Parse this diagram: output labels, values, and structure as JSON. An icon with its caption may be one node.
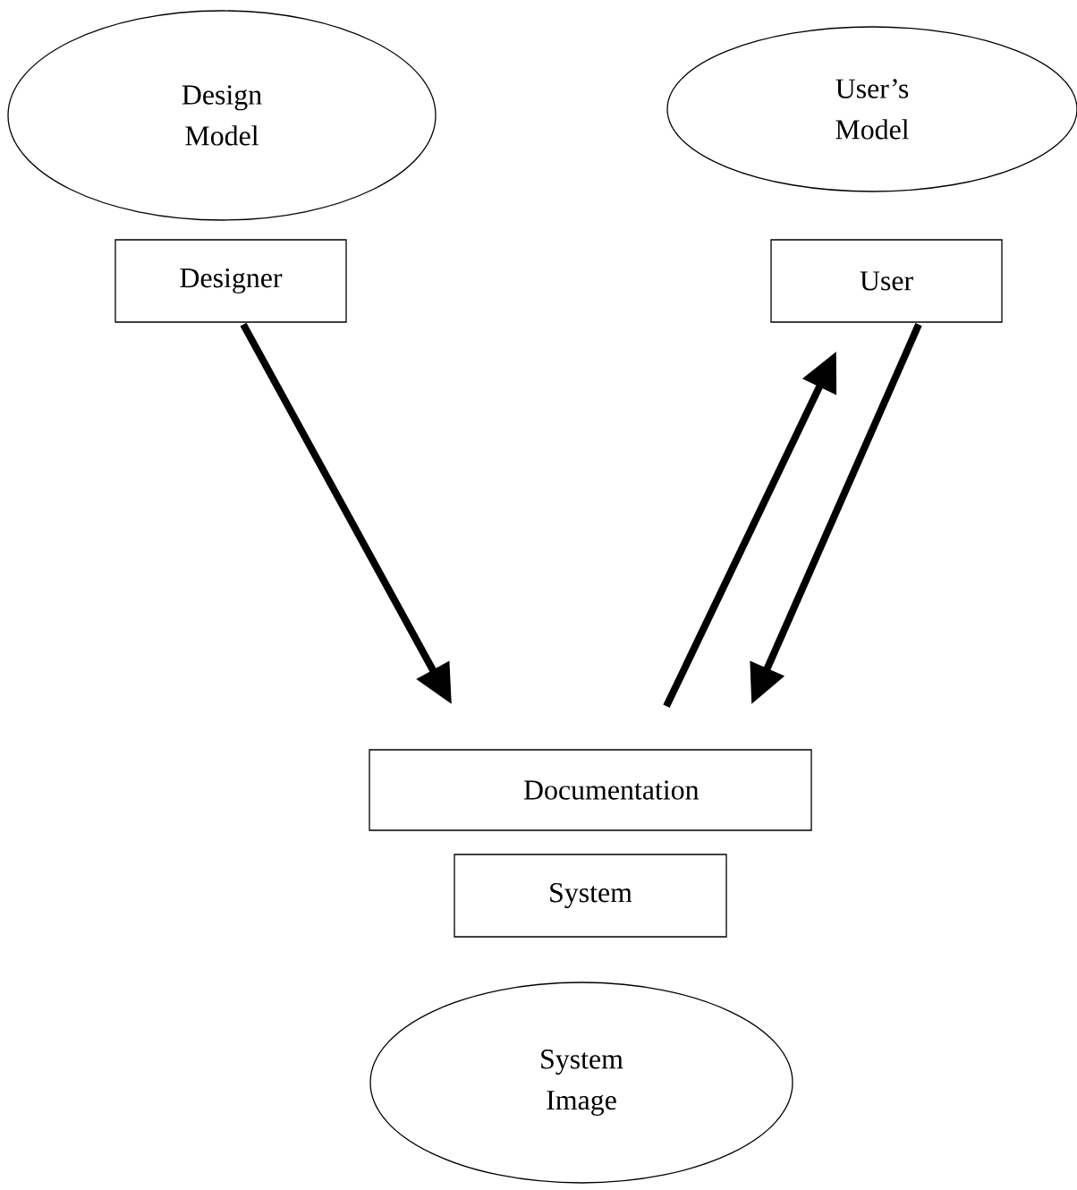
{
  "diagram": {
    "nodes": [
      {
        "text": [
          "Design Model"
        ]
      },
      {
        "text": [
          "User’s Model"
        ]
      },
      {
        "text": [
          "Designer"
        ]
      },
      {
        "text": [
          "User"
        ]
      },
      {
        "text": [
          "Documentation"
        ]
      },
      {
        "text": [
          "System"
        ]
      },
      {
        "text": [
          "System Image"
        ]
      }
    ],
    "edges": [
      {
        "from": 2,
        "to": 4,
        "arrow": "to"
      },
      {
        "from": 4,
        "to": 3,
        "arrow": "to"
      },
      {
        "from": 3,
        "to": 4,
        "arrow": "to"
      }
    ]
  }
}
